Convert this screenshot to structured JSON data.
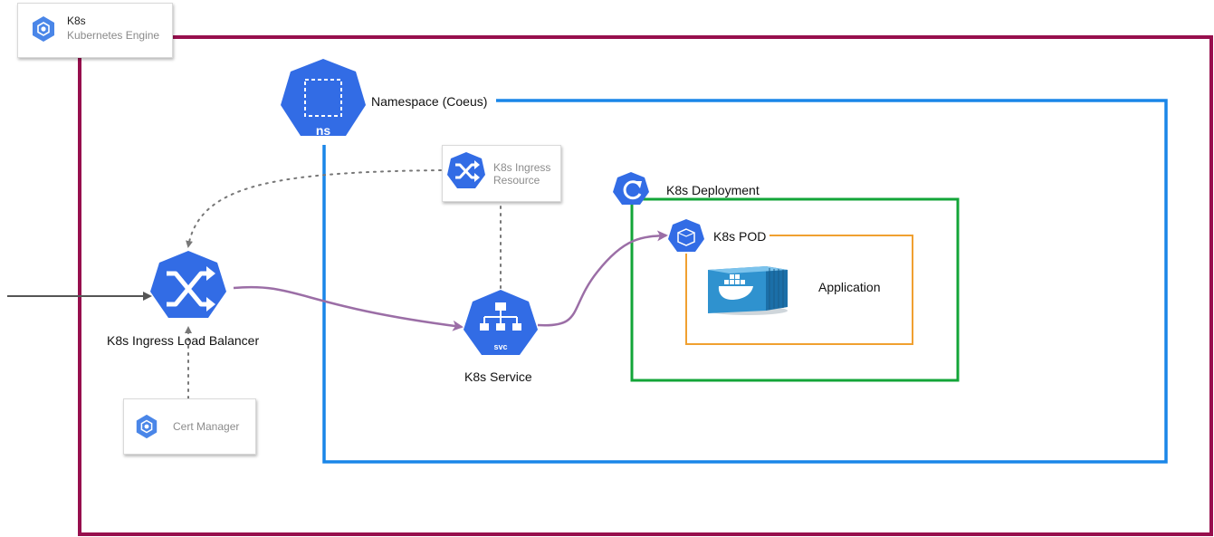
{
  "colors": {
    "cluster_border": "#970f4d",
    "namespace_border": "#1a86e8",
    "deployment_border": "#13a538",
    "pod_border": "#f0a030",
    "k8s_blue": "#326ce5",
    "connector_purple": "#9b6ea6",
    "connector_gray": "#777777"
  },
  "engine_card": {
    "title": "K8s",
    "subtitle": "Kubernetes Engine",
    "icon": "kubernetes-engine-icon"
  },
  "namespace": {
    "label": "Namespace (Coeus)",
    "icon_text": "ns",
    "icon": "namespace-icon"
  },
  "ingress_resource": {
    "label_line1": "K8s Ingress",
    "label_line2": "Resource",
    "icon": "shuffle-icon"
  },
  "deployment": {
    "label": "K8s Deployment",
    "icon": "deployment-refresh-icon"
  },
  "pod": {
    "label": "K8s POD",
    "icon": "pod-cube-icon"
  },
  "application": {
    "label": "Application",
    "icon": "docker-container-icon"
  },
  "load_balancer": {
    "label": "K8s Ingress Load Balancer",
    "icon": "shuffle-icon"
  },
  "service": {
    "label": "K8s Service",
    "icon_text": "svc",
    "icon": "service-hierarchy-icon"
  },
  "cert_manager": {
    "label": "Cert Manager",
    "icon": "kubernetes-engine-icon"
  }
}
